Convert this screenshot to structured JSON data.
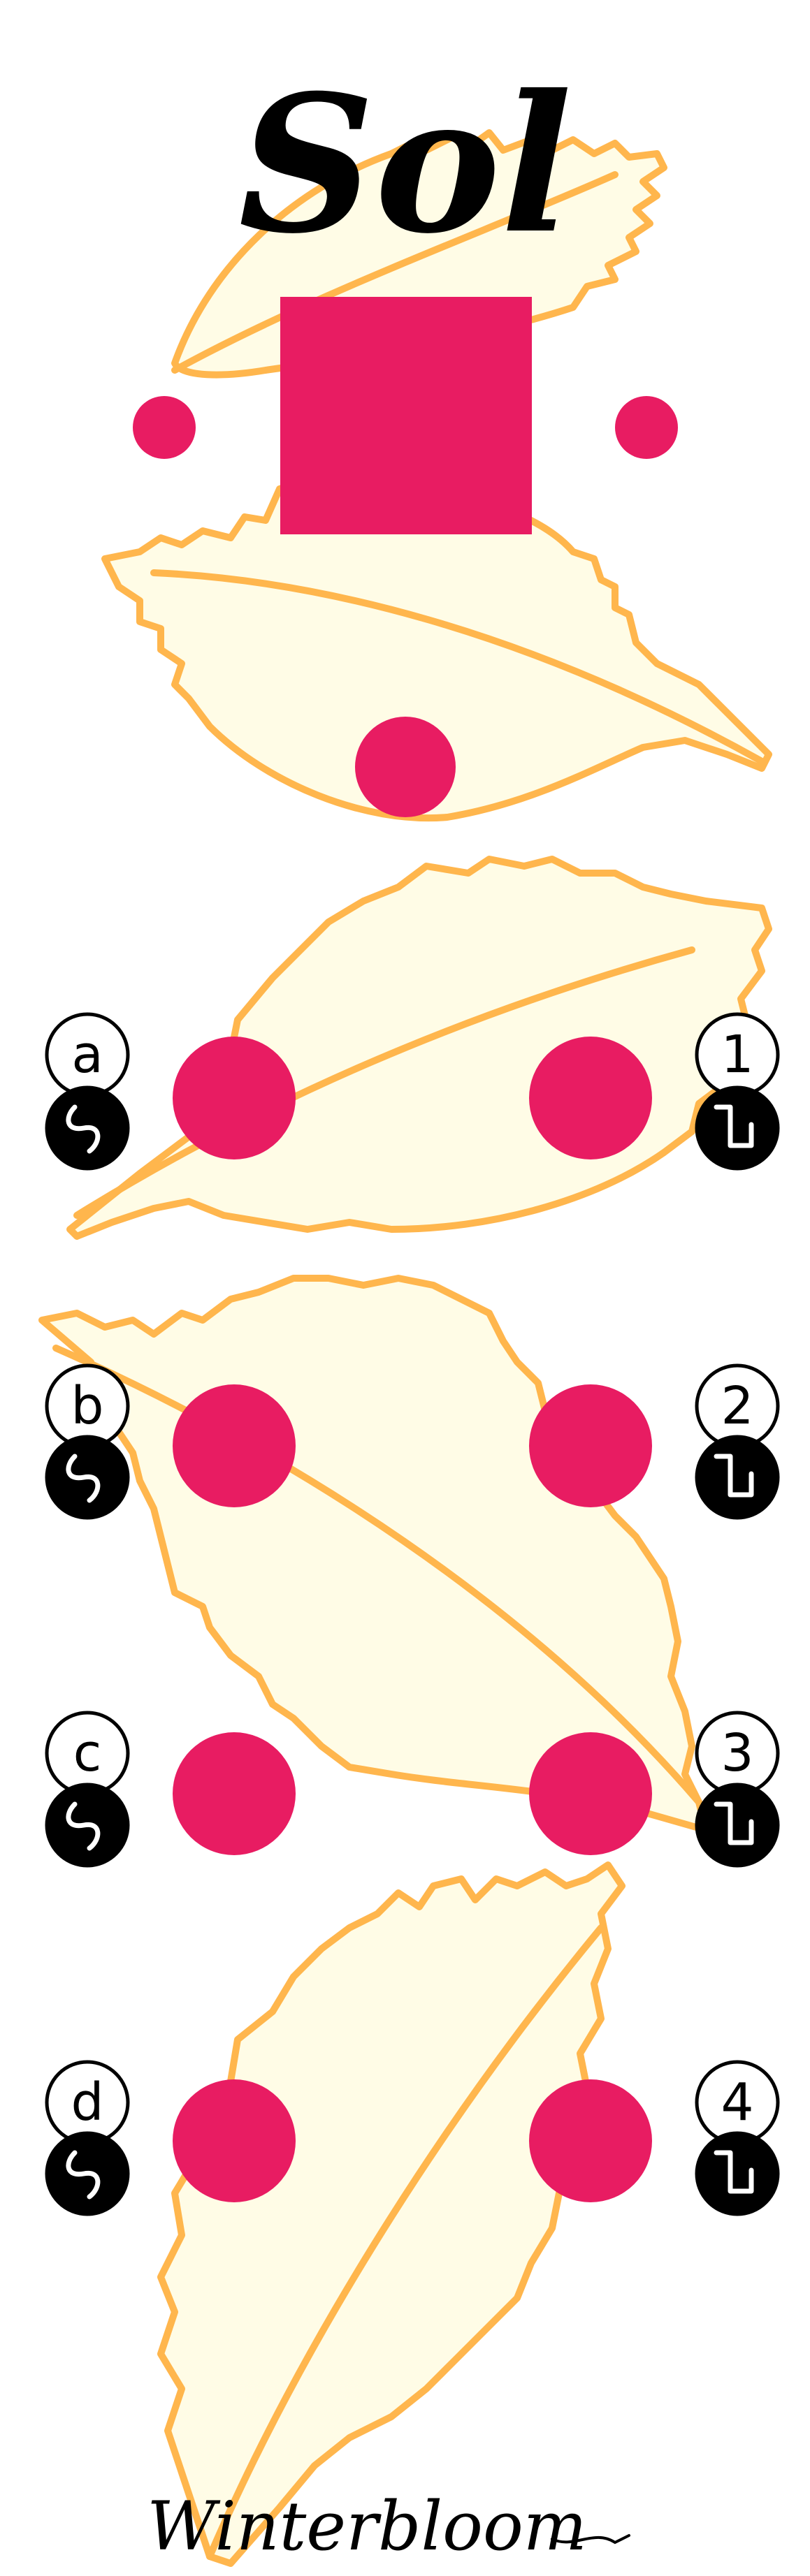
{
  "panel": {
    "title": "Sol",
    "brand": "Winterbloom",
    "colors": {
      "background": "#ffffff",
      "leaf_fill": "#fffce6",
      "leaf_stroke": "#ffb64d",
      "jack": "#e81c62",
      "ink": "#000000"
    }
  },
  "channels": [
    {
      "cv_label": "a",
      "gate_label": "1",
      "cv_icon": "sine-wave-icon",
      "gate_icon": "square-wave-icon"
    },
    {
      "cv_label": "b",
      "gate_label": "2",
      "cv_icon": "sine-wave-icon",
      "gate_icon": "square-wave-icon"
    },
    {
      "cv_label": "c",
      "gate_label": "3",
      "cv_icon": "sine-wave-icon",
      "gate_icon": "square-wave-icon"
    },
    {
      "cv_label": "d",
      "gate_label": "4",
      "cv_icon": "sine-wave-icon",
      "gate_icon": "square-wave-icon"
    }
  ]
}
